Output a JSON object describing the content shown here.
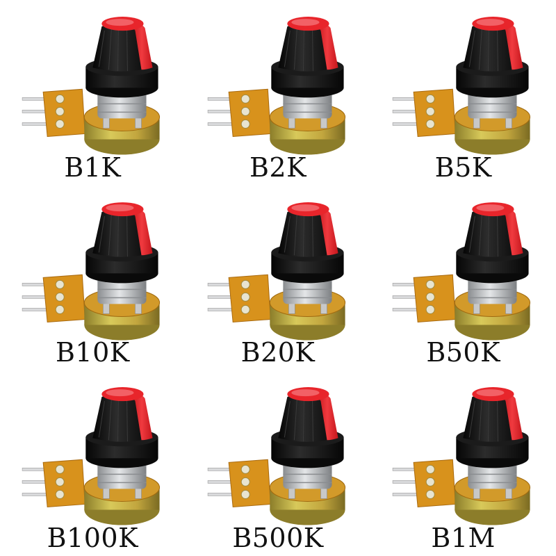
{
  "products": [
    {
      "label": "B1K"
    },
    {
      "label": "B2K"
    },
    {
      "label": "B5K"
    },
    {
      "label": "B10K"
    },
    {
      "label": "B20K"
    },
    {
      "label": "B50K"
    },
    {
      "label": "B100K"
    },
    {
      "label": "B500K"
    },
    {
      "label": "B1M"
    }
  ],
  "colors": {
    "knob_black": "#141414",
    "knob_red": "#e8252b",
    "pcb": "#d8921c",
    "housing": "#c6b54a",
    "shaft": "#bfc2c4",
    "pin": "#d9dadc"
  }
}
